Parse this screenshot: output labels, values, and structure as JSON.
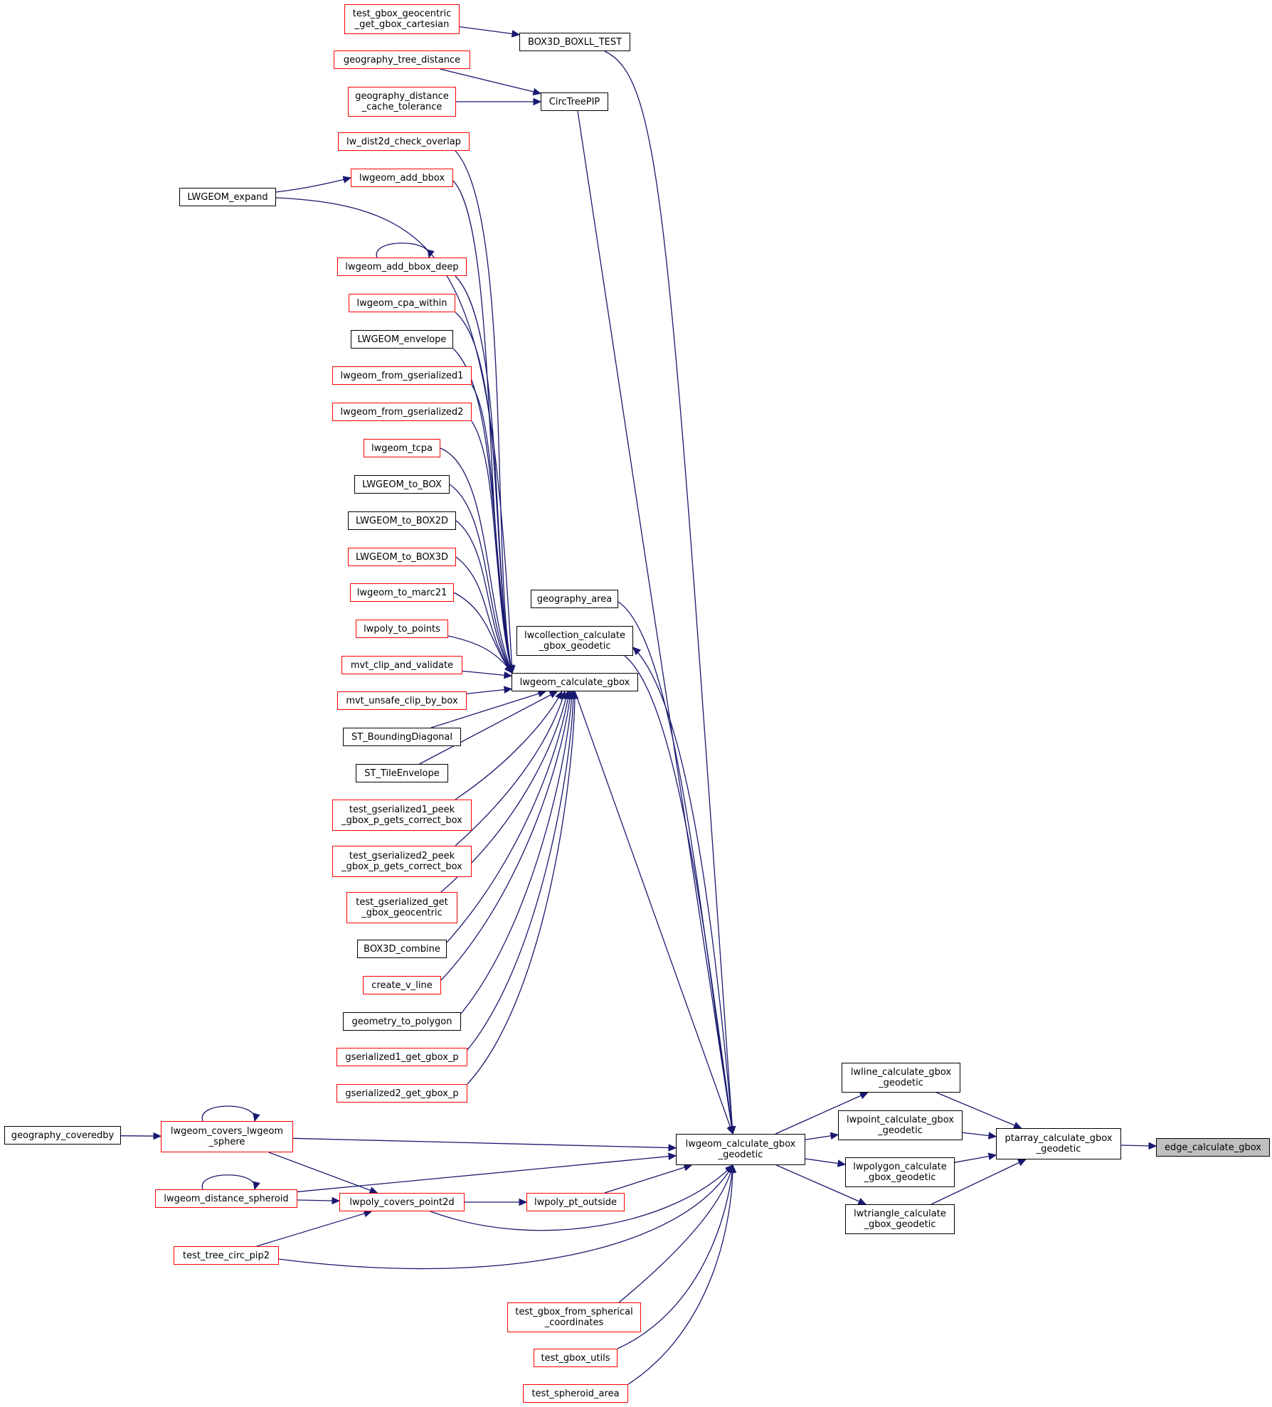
{
  "colors": {
    "edge": "#191970",
    "node_border": "#000000",
    "node_border_truncated": "#ff0000",
    "focus_fill": "#bfbfbf"
  },
  "nodes": {
    "edge_calculate_gbox": {
      "lines": [
        "edge_calculate_gbox"
      ],
      "style": "focus"
    },
    "ptarray_calculate_gbox_geodetic": {
      "lines": [
        "ptarray_calculate_gbox",
        "_geodetic"
      ],
      "style": "black"
    },
    "lwline_calculate_gbox_geodetic": {
      "lines": [
        "lwline_calculate_gbox",
        "_geodetic"
      ],
      "style": "black"
    },
    "lwpoint_calculate_gbox_geodetic": {
      "lines": [
        "lwpoint_calculate_gbox",
        "_geodetic"
      ],
      "style": "black"
    },
    "lwpolygon_calculate_gbox_geodetic": {
      "lines": [
        "lwpolygon_calculate",
        "_gbox_geodetic"
      ],
      "style": "black"
    },
    "lwtriangle_calculate_gbox_geodetic": {
      "lines": [
        "lwtriangle_calculate",
        "_gbox_geodetic"
      ],
      "style": "black"
    },
    "lwgeom_calculate_gbox_geodetic": {
      "lines": [
        "lwgeom_calculate_gbox",
        "_geodetic"
      ],
      "style": "black"
    },
    "BOX3D_BOXLL_TEST": {
      "lines": [
        "BOX3D_BOXLL_TEST"
      ],
      "style": "black"
    },
    "test_gbox_geocentric_get_gbox_cartesian": {
      "lines": [
        "test_gbox_geocentric",
        "_get_gbox_cartesian"
      ],
      "style": "red"
    },
    "CircTreePIP": {
      "lines": [
        "CircTreePIP"
      ],
      "style": "black"
    },
    "geography_tree_distance": {
      "lines": [
        "geography_tree_distance"
      ],
      "style": "red"
    },
    "geography_distance_cache_tolerance": {
      "lines": [
        "geography_distance",
        "_cache_tolerance"
      ],
      "style": "red"
    },
    "geography_area": {
      "lines": [
        "geography_area"
      ],
      "style": "black"
    },
    "lwcollection_calculate_gbox_geodetic": {
      "lines": [
        "lwcollection_calculate",
        "_gbox_geodetic"
      ],
      "style": "black"
    },
    "lwgeom_calculate_gbox": {
      "lines": [
        "lwgeom_calculate_gbox"
      ],
      "style": "black"
    },
    "lw_dist2d_check_overlap": {
      "lines": [
        "lw_dist2d_check_overlap"
      ],
      "style": "red"
    },
    "lwgeom_add_bbox": {
      "lines": [
        "lwgeom_add_bbox"
      ],
      "style": "red"
    },
    "LWGEOM_expand": {
      "lines": [
        "LWGEOM_expand"
      ],
      "style": "black"
    },
    "lwgeom_add_bbox_deep": {
      "lines": [
        "lwgeom_add_bbox_deep"
      ],
      "style": "red"
    },
    "lwgeom_cpa_within": {
      "lines": [
        "lwgeom_cpa_within"
      ],
      "style": "red"
    },
    "LWGEOM_envelope": {
      "lines": [
        "LWGEOM_envelope"
      ],
      "style": "black"
    },
    "lwgeom_from_gserialized1": {
      "lines": [
        "lwgeom_from_gserialized1"
      ],
      "style": "red"
    },
    "lwgeom_from_gserialized2": {
      "lines": [
        "lwgeom_from_gserialized2"
      ],
      "style": "red"
    },
    "lwgeom_tcpa": {
      "lines": [
        "lwgeom_tcpa"
      ],
      "style": "red"
    },
    "LWGEOM_to_BOX": {
      "lines": [
        "LWGEOM_to_BOX"
      ],
      "style": "black"
    },
    "LWGEOM_to_BOX2D": {
      "lines": [
        "LWGEOM_to_BOX2D"
      ],
      "style": "black"
    },
    "LWGEOM_to_BOX3D": {
      "lines": [
        "LWGEOM_to_BOX3D"
      ],
      "style": "red"
    },
    "lwgeom_to_marc21": {
      "lines": [
        "lwgeom_to_marc21"
      ],
      "style": "red"
    },
    "lwpoly_to_points": {
      "lines": [
        "lwpoly_to_points"
      ],
      "style": "red"
    },
    "mvt_clip_and_validate": {
      "lines": [
        "mvt_clip_and_validate"
      ],
      "style": "red"
    },
    "mvt_unsafe_clip_by_box": {
      "lines": [
        "mvt_unsafe_clip_by_box"
      ],
      "style": "red"
    },
    "ST_BoundingDiagonal": {
      "lines": [
        "ST_BoundingDiagonal"
      ],
      "style": "black"
    },
    "ST_TileEnvelope": {
      "lines": [
        "ST_TileEnvelope"
      ],
      "style": "black"
    },
    "test_gserialized1_peek_gbox_p_gets_correct_box": {
      "lines": [
        "test_gserialized1_peek",
        "_gbox_p_gets_correct_box"
      ],
      "style": "red"
    },
    "test_gserialized2_peek_gbox_p_gets_correct_box": {
      "lines": [
        "test_gserialized2_peek",
        "_gbox_p_gets_correct_box"
      ],
      "style": "red"
    },
    "test_gserialized_get_gbox_geocentric": {
      "lines": [
        "test_gserialized_get",
        "_gbox_geocentric"
      ],
      "style": "red"
    },
    "BOX3D_combine": {
      "lines": [
        "BOX3D_combine"
      ],
      "style": "black"
    },
    "create_v_line": {
      "lines": [
        "create_v_line"
      ],
      "style": "red"
    },
    "geometry_to_polygon": {
      "lines": [
        "geometry_to_polygon"
      ],
      "style": "black"
    },
    "gserialized1_get_gbox_p": {
      "lines": [
        "gserialized1_get_gbox_p"
      ],
      "style": "red"
    },
    "gserialized2_get_gbox_p": {
      "lines": [
        "gserialized2_get_gbox_p"
      ],
      "style": "red"
    },
    "geography_coveredby": {
      "lines": [
        "geography_coveredby"
      ],
      "style": "black"
    },
    "lwgeom_covers_lwgeom_sphere": {
      "lines": [
        "lwgeom_covers_lwgeom",
        "_sphere"
      ],
      "style": "red"
    },
    "lwgeom_distance_spheroid": {
      "lines": [
        "lwgeom_distance_spheroid"
      ],
      "style": "red"
    },
    "lwpoly_covers_point2d": {
      "lines": [
        "lwpoly_covers_point2d"
      ],
      "style": "red"
    },
    "lwpoly_pt_outside": {
      "lines": [
        "lwpoly_pt_outside"
      ],
      "style": "red"
    },
    "test_tree_circ_pip2": {
      "lines": [
        "test_tree_circ_pip2"
      ],
      "style": "red"
    },
    "test_gbox_from_spherical_coordinates": {
      "lines": [
        "test_gbox_from_spherical",
        "_coordinates"
      ],
      "style": "red"
    },
    "test_gbox_utils": {
      "lines": [
        "test_gbox_utils"
      ],
      "style": "red"
    },
    "test_spheroid_area": {
      "lines": [
        "test_spheroid_area"
      ],
      "style": "red"
    }
  },
  "edges": [
    {
      "from": "ptarray_calculate_gbox_geodetic",
      "to": "edge_calculate_gbox"
    },
    {
      "from": "lwline_calculate_gbox_geodetic",
      "to": "ptarray_calculate_gbox_geodetic"
    },
    {
      "from": "lwpoint_calculate_gbox_geodetic",
      "to": "ptarray_calculate_gbox_geodetic"
    },
    {
      "from": "lwpolygon_calculate_gbox_geodetic",
      "to": "ptarray_calculate_gbox_geodetic"
    },
    {
      "from": "lwtriangle_calculate_gbox_geodetic",
      "to": "ptarray_calculate_gbox_geodetic"
    },
    {
      "from": "lwgeom_calculate_gbox_geodetic",
      "to": "lwline_calculate_gbox_geodetic"
    },
    {
      "from": "lwgeom_calculate_gbox_geodetic",
      "to": "lwpoint_calculate_gbox_geodetic"
    },
    {
      "from": "lwgeom_calculate_gbox_geodetic",
      "to": "lwpolygon_calculate_gbox_geodetic"
    },
    {
      "from": "lwgeom_calculate_gbox_geodetic",
      "to": "lwtriangle_calculate_gbox_geodetic"
    },
    {
      "from": "BOX3D_BOXLL_TEST",
      "to": "lwgeom_calculate_gbox_geodetic"
    },
    {
      "from": "test_gbox_geocentric_get_gbox_cartesian",
      "to": "BOX3D_BOXLL_TEST"
    },
    {
      "from": "CircTreePIP",
      "to": "lwgeom_calculate_gbox_geodetic"
    },
    {
      "from": "geography_tree_distance",
      "to": "CircTreePIP"
    },
    {
      "from": "geography_distance_cache_tolerance",
      "to": "CircTreePIP"
    },
    {
      "from": "geography_area",
      "to": "lwgeom_calculate_gbox_geodetic"
    },
    {
      "from": "lwcollection_calculate_gbox_geodetic",
      "to": "lwgeom_calculate_gbox_geodetic"
    },
    {
      "from": "lwgeom_calculate_gbox_geodetic",
      "to": "lwcollection_calculate_gbox_geodetic"
    },
    {
      "from": "lwgeom_calculate_gbox",
      "to": "lwgeom_calculate_gbox_geodetic"
    },
    {
      "from": "lw_dist2d_check_overlap",
      "to": "lwgeom_calculate_gbox"
    },
    {
      "from": "lwgeom_add_bbox",
      "to": "lwgeom_calculate_gbox"
    },
    {
      "from": "LWGEOM_expand",
      "to": "lwgeom_add_bbox"
    },
    {
      "from": "LWGEOM_expand",
      "to": "lwgeom_calculate_gbox"
    },
    {
      "from": "lwgeom_add_bbox_deep",
      "to": "lwgeom_calculate_gbox"
    },
    {
      "from": "lwgeom_add_bbox_deep",
      "to": "lwgeom_add_bbox_deep"
    },
    {
      "from": "lwgeom_cpa_within",
      "to": "lwgeom_calculate_gbox"
    },
    {
      "from": "LWGEOM_envelope",
      "to": "lwgeom_calculate_gbox"
    },
    {
      "from": "lwgeom_from_gserialized1",
      "to": "lwgeom_calculate_gbox"
    },
    {
      "from": "lwgeom_from_gserialized2",
      "to": "lwgeom_calculate_gbox"
    },
    {
      "from": "lwgeom_tcpa",
      "to": "lwgeom_calculate_gbox"
    },
    {
      "from": "LWGEOM_to_BOX",
      "to": "lwgeom_calculate_gbox"
    },
    {
      "from": "LWGEOM_to_BOX2D",
      "to": "lwgeom_calculate_gbox"
    },
    {
      "from": "LWGEOM_to_BOX3D",
      "to": "lwgeom_calculate_gbox"
    },
    {
      "from": "lwgeom_to_marc21",
      "to": "lwgeom_calculate_gbox"
    },
    {
      "from": "lwpoly_to_points",
      "to": "lwgeom_calculate_gbox"
    },
    {
      "from": "mvt_clip_and_validate",
      "to": "lwgeom_calculate_gbox"
    },
    {
      "from": "mvt_unsafe_clip_by_box",
      "to": "lwgeom_calculate_gbox"
    },
    {
      "from": "ST_BoundingDiagonal",
      "to": "lwgeom_calculate_gbox"
    },
    {
      "from": "ST_TileEnvelope",
      "to": "lwgeom_calculate_gbox"
    },
    {
      "from": "test_gserialized1_peek_gbox_p_gets_correct_box",
      "to": "lwgeom_calculate_gbox"
    },
    {
      "from": "test_gserialized2_peek_gbox_p_gets_correct_box",
      "to": "lwgeom_calculate_gbox"
    },
    {
      "from": "test_gserialized_get_gbox_geocentric",
      "to": "lwgeom_calculate_gbox"
    },
    {
      "from": "BOX3D_combine",
      "to": "lwgeom_calculate_gbox"
    },
    {
      "from": "create_v_line",
      "to": "lwgeom_calculate_gbox"
    },
    {
      "from": "geometry_to_polygon",
      "to": "lwgeom_calculate_gbox"
    },
    {
      "from": "gserialized1_get_gbox_p",
      "to": "lwgeom_calculate_gbox"
    },
    {
      "from": "gserialized2_get_gbox_p",
      "to": "lwgeom_calculate_gbox"
    },
    {
      "from": "lwgeom_covers_lwgeom_sphere",
      "to": "lwgeom_calculate_gbox_geodetic"
    },
    {
      "from": "lwgeom_covers_lwgeom_sphere",
      "to": "lwgeom_covers_lwgeom_sphere"
    },
    {
      "from": "geography_coveredby",
      "to": "lwgeom_covers_lwgeom_sphere"
    },
    {
      "from": "lwgeom_distance_spheroid",
      "to": "lwgeom_calculate_gbox_geodetic"
    },
    {
      "from": "lwgeom_distance_spheroid",
      "to": "lwgeom_distance_spheroid"
    },
    {
      "from": "lwgeom_covers_lwgeom_sphere",
      "to": "lwpoly_covers_point2d"
    },
    {
      "from": "lwgeom_distance_spheroid",
      "to": "lwpoly_covers_point2d"
    },
    {
      "from": "test_tree_circ_pip2",
      "to": "lwpoly_covers_point2d"
    },
    {
      "from": "lwpoly_covers_point2d",
      "to": "lwgeom_calculate_gbox_geodetic"
    },
    {
      "from": "lwpoly_covers_point2d",
      "to": "lwpoly_pt_outside"
    },
    {
      "from": "lwpoly_pt_outside",
      "to": "lwgeom_calculate_gbox_geodetic"
    },
    {
      "from": "test_tree_circ_pip2",
      "to": "lwgeom_calculate_gbox_geodetic"
    },
    {
      "from": "test_gbox_from_spherical_coordinates",
      "to": "lwgeom_calculate_gbox_geodetic"
    },
    {
      "from": "test_gbox_utils",
      "to": "lwgeom_calculate_gbox_geodetic"
    },
    {
      "from": "test_spheroid_area",
      "to": "lwgeom_calculate_gbox_geodetic"
    }
  ]
}
